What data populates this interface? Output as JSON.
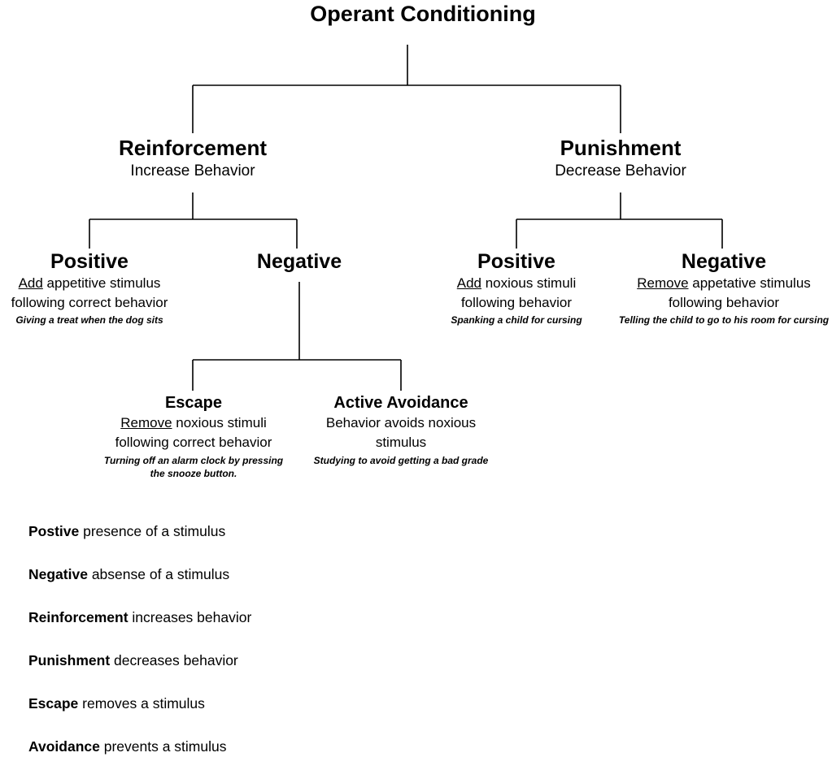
{
  "title": "Operant Conditioning",
  "tree": {
    "reinforcement": {
      "heading": "Reinforcement",
      "subtitle": "Increase Behavior",
      "positive": {
        "heading": "Positive",
        "underlined_word": "Add",
        "desc_rest": " appetitive stimulus",
        "desc_line2": "following correct behavior",
        "example": "Giving a treat when the dog sits"
      },
      "negative": {
        "heading": "Negative",
        "children": {
          "escape": {
            "heading": "Escape",
            "underlined_word": "Remove",
            "desc_rest": " noxious stimuli",
            "desc_line2": "following correct behavior",
            "example": "Turning off an alarm clock by pressing the snooze button."
          },
          "active_avoidance": {
            "heading": "Active Avoidance",
            "desc_line1": "Behavior avoids noxious",
            "desc_line2": "stimulus",
            "example": "Studying to avoid getting a bad grade"
          }
        }
      }
    },
    "punishment": {
      "heading": "Punishment",
      "subtitle": "Decrease Behavior",
      "positive": {
        "heading": "Positive",
        "underlined_word": "Add",
        "desc_rest": " noxious stimuli",
        "desc_line2": "following behavior",
        "example": "Spanking a child for cursing"
      },
      "negative": {
        "heading": "Negative",
        "underlined_word": "Remove",
        "desc_rest": " appetative stimulus",
        "desc_line2": "following behavior",
        "example": "Telling the child to go to his room for cursing"
      }
    }
  },
  "glossary": [
    {
      "term": "Postive",
      "definition": "presence of a stimulus"
    },
    {
      "term": "Negative",
      "definition": "absense of a stimulus"
    },
    {
      "term": "Reinforcement",
      "definition": "increases behavior"
    },
    {
      "term": "Punishment",
      "definition": "decreases behavior"
    },
    {
      "term": "Escape",
      "definition": "removes a stimulus"
    },
    {
      "term": "Avoidance",
      "definition": "prevents a stimulus"
    }
  ],
  "colors": {
    "ink": "#000000",
    "background": "#ffffff"
  }
}
